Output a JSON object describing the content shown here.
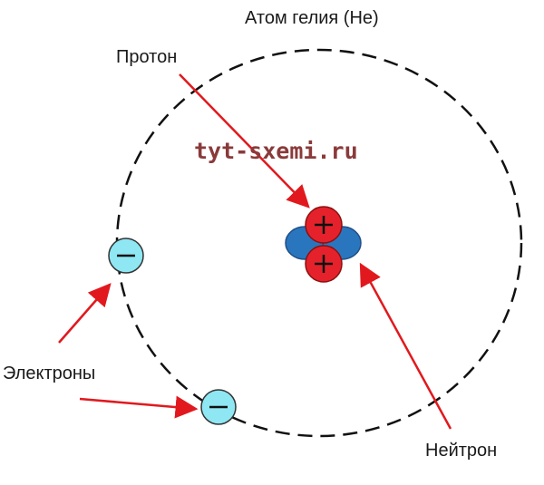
{
  "title": "Атом гелия (He)",
  "labels": {
    "proton": "Протон",
    "electrons": "Электроны",
    "neutron": "Нейтрон"
  },
  "watermark": "tyt-sxemi.ru",
  "symbols": {
    "proton_sign": "+",
    "electron_sign": "−"
  },
  "colors": {
    "proton": "#e5222b",
    "neutron": "#2a76be",
    "electron": "#8ee7f3",
    "arrow": "#e1191e",
    "orbit": "#111111"
  },
  "counts": {
    "protons": 2,
    "neutrons": 2,
    "electrons": 2
  }
}
